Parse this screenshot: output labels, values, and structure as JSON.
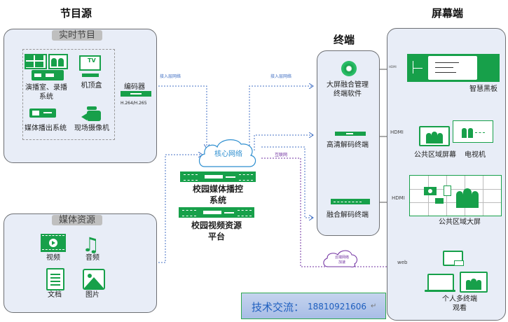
{
  "sections": {
    "source_title": "节目源",
    "terminal_title": "终端",
    "screen_title": "屏幕端"
  },
  "realtime": {
    "tag": "实时节目",
    "items": [
      {
        "icon": "studio-icon",
        "label_line1": "演播室、录播",
        "label_line2": "系统"
      },
      {
        "icon": "settop-tv-icon",
        "label_line1": "机顶盒",
        "tv_text": "TV"
      },
      {
        "icon": "media-player-icon",
        "label_line1": "媒体播出系统"
      },
      {
        "icon": "camera-icon",
        "label_line1": "现场摄像机"
      }
    ],
    "encoder": {
      "label": "编码器",
      "codec": "H.264/H.265"
    }
  },
  "media": {
    "tag": "媒体资源",
    "items": [
      {
        "icon": "video-icon",
        "label": "视频"
      },
      {
        "icon": "music-icon",
        "label": "音频"
      },
      {
        "icon": "document-icon",
        "label": "文档"
      },
      {
        "icon": "image-icon",
        "label": "图片"
      }
    ]
  },
  "network": {
    "access_label_left": "接入层网络",
    "access_label_right": "接入层网络",
    "core_label": "核心网络",
    "internet_label": "互联网",
    "cloud_accel_line1": "云端网络",
    "cloud_accel_line2": "加速"
  },
  "platform": {
    "control_line1": "校园媒体播控",
    "control_line2": "系统",
    "resource_line1": "校园视频资源",
    "resource_line2": "平台"
  },
  "terminals": [
    {
      "icon": "software-disc-icon",
      "line1": "大屏融合管理",
      "line2": "终端软件"
    },
    {
      "icon": "hd-decoder-icon",
      "line1": "高清解码终端"
    },
    {
      "icon": "fusion-decoder-icon",
      "line1": "融合解码终端"
    }
  ],
  "links": {
    "whiteboard_link": "HDMI",
    "hdmi_1": "HDMI",
    "hdmi_2": "HDMI",
    "web": "web"
  },
  "screens": [
    {
      "icon": "smart-blackboard-icon",
      "label": "智慧黑板"
    },
    {
      "icon": "public-screen-icon",
      "label": "公共区域屏幕"
    },
    {
      "icon": "tv-icon",
      "label": "电视机"
    },
    {
      "icon": "video-wall-icon",
      "label": "公共区域大屏"
    },
    {
      "icon": "multi-device-icon",
      "label_line1": "个人多终端",
      "label_line2": "观看"
    }
  ],
  "contact": {
    "label": "技术交流：",
    "phone": "18810921606",
    "return_mark": "↵"
  },
  "colors": {
    "accent_green": "#17a04a",
    "panel_bg": "#e8edf7",
    "access_line": "#4472c4",
    "internet_line": "#7030a0",
    "contact_text": "#1f5fbf"
  }
}
